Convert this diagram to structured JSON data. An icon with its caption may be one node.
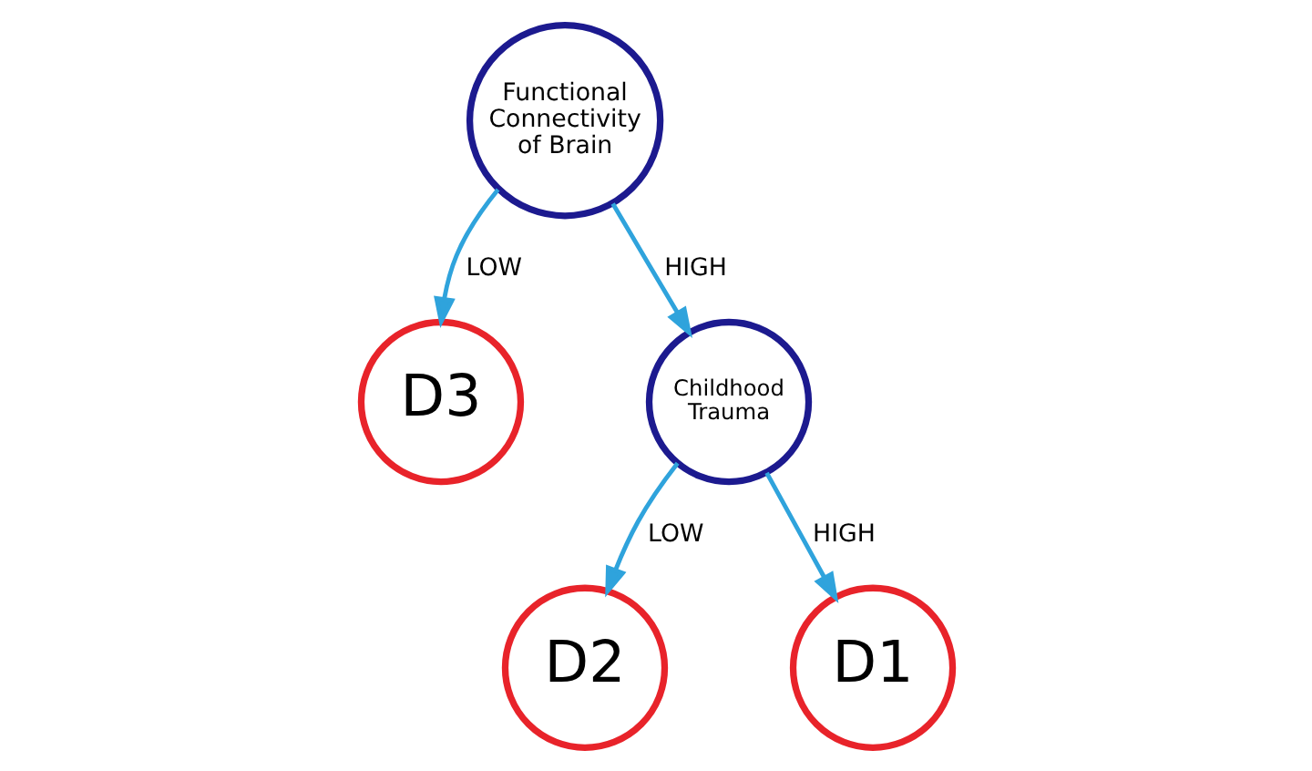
{
  "diagram": {
    "nodes": [
      {
        "text": [
          "Functional Connectivity of Brain"
        ]
      },
      {
        "text": [
          "D3"
        ]
      },
      {
        "text": [
          "Childhood Trauma"
        ]
      },
      {
        "text": [
          "D2"
        ]
      },
      {
        "text": [
          "D1"
        ]
      }
    ],
    "edges": [
      {
        "from": 0,
        "to": 1,
        "arrow": "to",
        "label": "LOW"
      },
      {
        "from": 0,
        "to": 2,
        "arrow": "to",
        "label": "HIGH"
      },
      {
        "from": 2,
        "to": 3,
        "arrow": "to",
        "label": "LOW"
      },
      {
        "from": 2,
        "to": 4,
        "arrow": "to",
        "label": "HIGH"
      }
    ]
  }
}
